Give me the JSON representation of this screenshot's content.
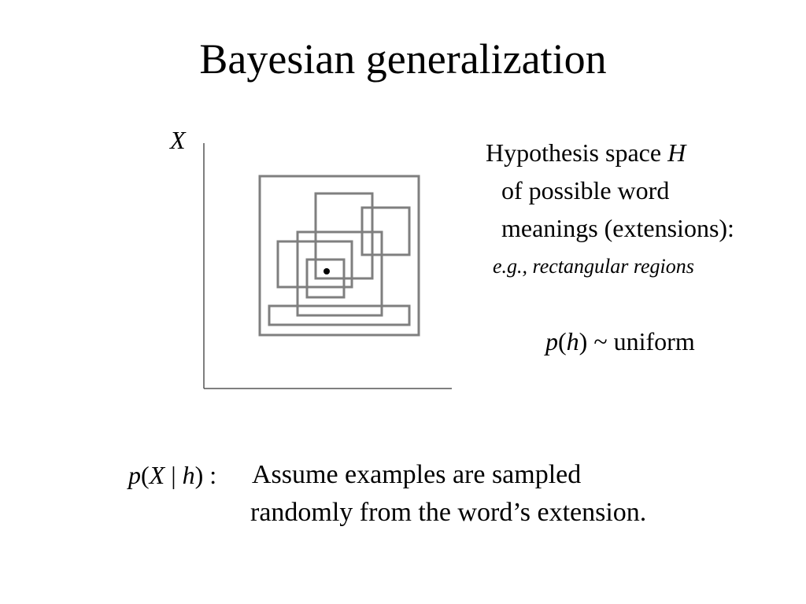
{
  "slide": {
    "title": "Bayesian generalization",
    "axis_label": "X",
    "hypothesis": {
      "line1_text": "Hypothesis space ",
      "line1_symbol": "H",
      "line2": "of possible word",
      "line3": "meanings (extensions):",
      "example": "e.g., rectangular regions"
    },
    "prior": {
      "p": "p",
      "open": "(",
      "h": "h",
      "close": ")",
      "rest": " ~ uniform"
    },
    "likelihood": {
      "p": "p",
      "open": "(",
      "X": "X",
      "bar": " | ",
      "h": "h",
      "close": ") :",
      "line1": "Assume examples are sampled",
      "line2": "randomly from the word’s extension."
    },
    "colors": {
      "rect_stroke": "#7f7f7f",
      "axis": "#555555",
      "text": "#000000"
    }
  }
}
